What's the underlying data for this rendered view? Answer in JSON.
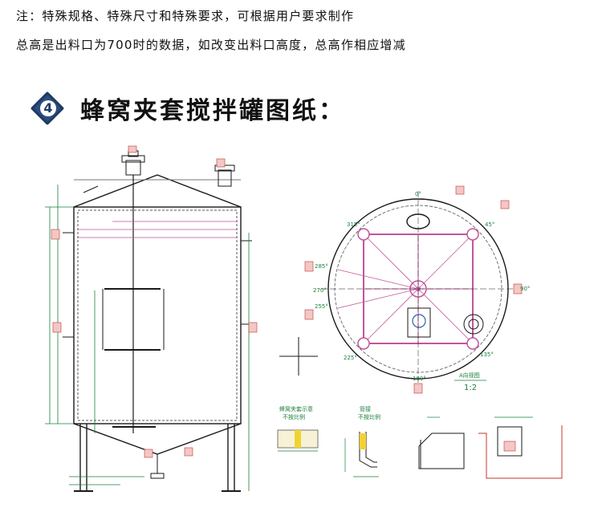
{
  "notes": {
    "line1": "注：特殊规格、特殊尺寸和特殊要求，可根据用户要求制作",
    "line2": "总高是出料口为700时的数据，如改变出料口高度，总高作相应增减"
  },
  "section": {
    "number": "4",
    "title": "蜂窝夹套搅拌罐图纸："
  },
  "drawing": {
    "top_view_scale_label": "A向视图",
    "top_view_scale": "1:2",
    "angles": [
      "0°",
      "45°",
      "90°",
      "135°",
      "180°",
      "225°",
      "255°",
      "270°",
      "285°",
      "315°"
    ],
    "detail_labels": [
      "蜂窝夹套示意",
      "不按比例",
      "管接",
      "不按比例"
    ],
    "colors": {
      "line": "#1a1a1a",
      "dim": "#1a7f3a",
      "red": "#c0392b",
      "pink": "#c2559b",
      "blue": "#2e5eaa",
      "yellow": "#f2d232"
    }
  }
}
